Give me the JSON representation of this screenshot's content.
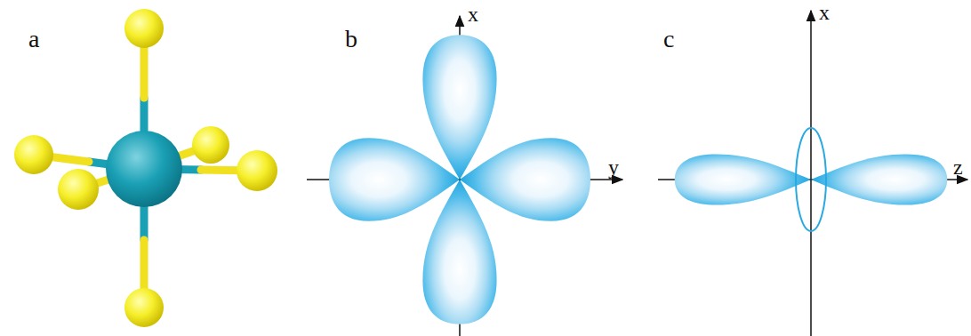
{
  "diagram": {
    "labels": [
      "a",
      "b",
      "x",
      "y",
      "c",
      "x",
      "z"
    ]
  }
}
